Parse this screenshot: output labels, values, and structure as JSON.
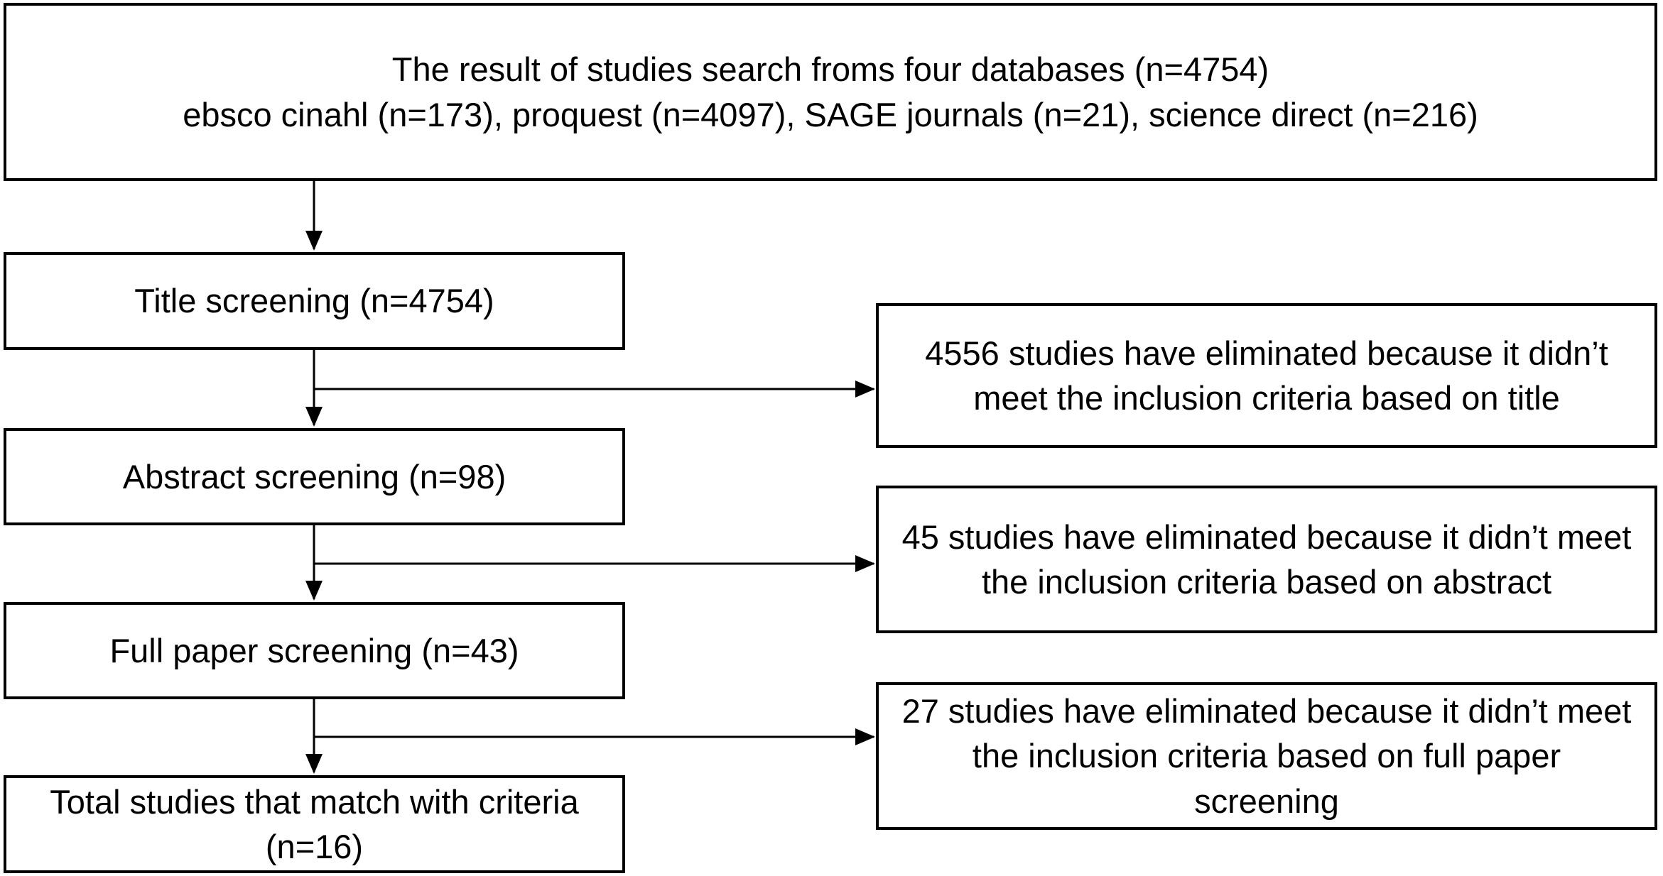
{
  "flowchart": {
    "colors": {
      "line": "#000000",
      "background": "#ffffff",
      "text": "#000000"
    },
    "top_box": {
      "lines": [
        "The result of studies search froms four databases (n=4754)",
        "ebsco cinahl (n=173), proquest (n=4097), SAGE journals (n=21), science direct (n=216)"
      ]
    },
    "process_boxes": [
      {
        "id": "title-screening",
        "lines": [
          "Title screening (n=4754)"
        ]
      },
      {
        "id": "abstract-screening",
        "lines": [
          "Abstract screening (n=98)"
        ]
      },
      {
        "id": "full-paper-screening",
        "lines": [
          "Full paper screening (n=43)"
        ]
      },
      {
        "id": "total-studies",
        "lines": [
          "Total studies that match with criteria",
          "(n=16)"
        ]
      }
    ],
    "exclusion_boxes": [
      {
        "lines": [
          "4556 studies have eliminated because it didn’t",
          "meet the inclusion criteria based on title"
        ]
      },
      {
        "lines": [
          "45 studies have eliminated because it didn’t meet",
          "the inclusion criteria based on abstract"
        ]
      },
      {
        "lines": [
          "27 studies have eliminated because it didn’t meet",
          "the inclusion criteria based on full paper",
          "screening"
        ]
      }
    ]
  }
}
